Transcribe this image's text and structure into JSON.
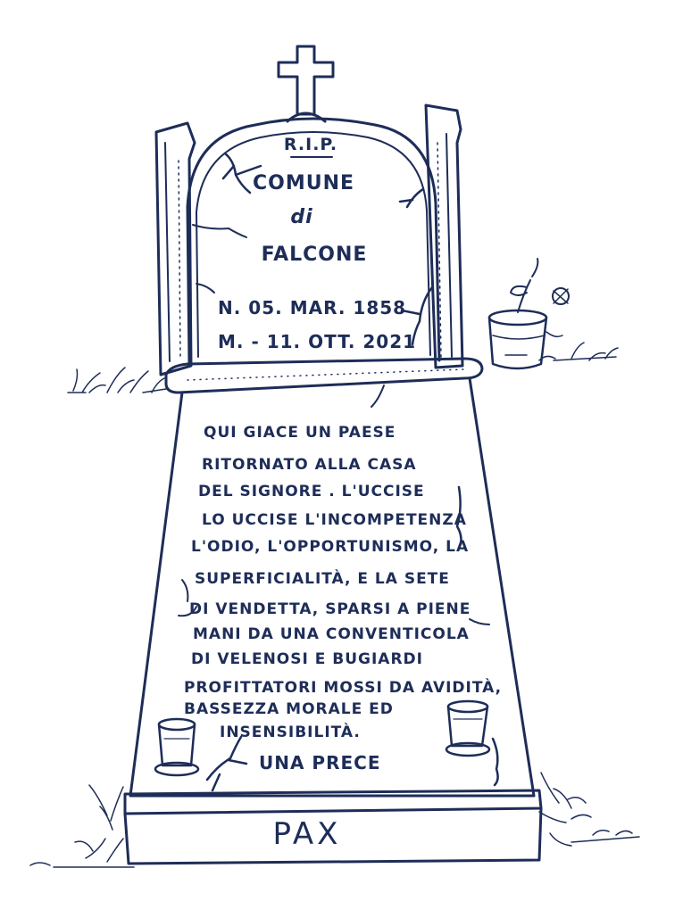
{
  "colors": {
    "ink": "#1e2d58",
    "paper": "#ffffff"
  },
  "headstone": {
    "rip": "R.I.P.",
    "line1": "COMUNE",
    "line2": "di",
    "line3": "FALCONE",
    "born": "N. 05. MAR. 1858",
    "died": "M. - 11. OTT. 2021"
  },
  "epitaph": {
    "lines": [
      "QUI GIACE UN PAESE",
      "RITORNATO ALLA CASA",
      "DEL SIGNORE . L'UCCISE",
      "LO UCCISE L'INCOMPETENZA",
      "L'ODIO, L'OPPORTUNISMO, LA",
      "SUPERFICIALITÀ, E LA SETE",
      "DI VENDETTA, SPARSI A PIENE",
      "MANI DA UNA CONVENTICOLA",
      "DI VELENOSI E BUGIARDI",
      "PROFITTATORI MOSSI DA AVIDITÀ,",
      "BASSEZZA MORALE ED",
      "INSENSIBILITÀ."
    ],
    "prayer": "UNA PRECE"
  },
  "base": {
    "inscription": "PAX"
  },
  "icons": [
    "cross-icon",
    "flower-pot-icon",
    "candle-cup-icon",
    "grass-icon",
    "crack-icon"
  ]
}
